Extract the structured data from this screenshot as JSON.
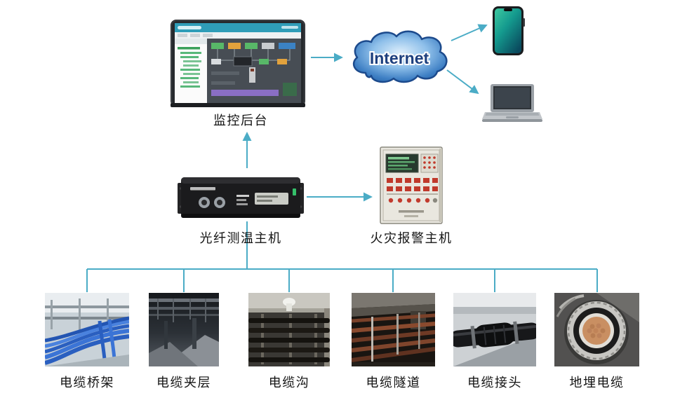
{
  "nodes": {
    "monitor_label": "监控后台",
    "internet_label": "Internet",
    "fiber_host_label": "光纤测温主机",
    "fire_alarm_label": "火灾报警主机"
  },
  "cable_sites": [
    {
      "label": "电缆桥架"
    },
    {
      "label": "电缆夹层"
    },
    {
      "label": "电缆沟"
    },
    {
      "label": "电缆隧道"
    },
    {
      "label": "电缆接头"
    },
    {
      "label": "地埋电缆"
    }
  ],
  "colors": {
    "connector": "#4BACC6",
    "cloud_outline": "#1c4a8c",
    "cloud_fill_light": "#ddeefb",
    "cloud_fill_dark": "#2a67ab",
    "internet_text_color": "#1d3f7e"
  }
}
